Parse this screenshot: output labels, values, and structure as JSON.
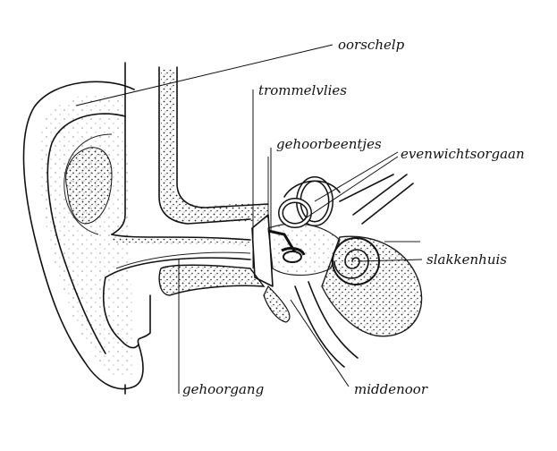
{
  "labels": {
    "oorschelp": "oorschelp",
    "trommelvlies": "trommelvlies",
    "gehoorbeentjes": "gehoorbeentjes",
    "evenwichtsorgaan": "evenwichtsorgaan",
    "slakkenhuis": "slakkenhuis",
    "gehoorgang": "gehoorgang",
    "middenoor": "middenoor"
  }
}
